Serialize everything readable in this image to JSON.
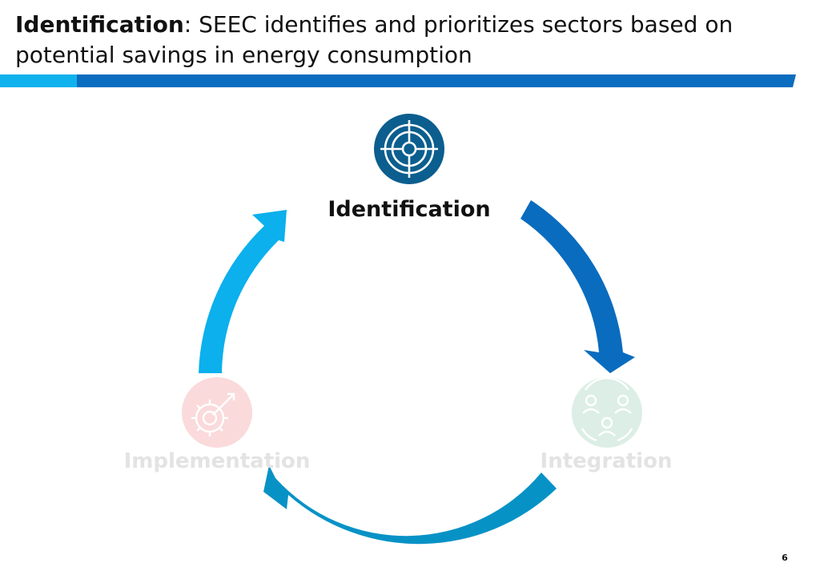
{
  "header": {
    "title_bold": "Identification",
    "title_rest": ": SEEC identifies and prioritizes sectors based on potential savings in energy consumption"
  },
  "cycle": {
    "steps": [
      {
        "label": "Identification",
        "icon": "target-icon",
        "state": "active",
        "color": "#0B5E8E"
      },
      {
        "label": "Integration",
        "icon": "people-network-icon",
        "state": "faded",
        "color": "#DCEEE6"
      },
      {
        "label": "Implementation",
        "icon": "gear-target-icon",
        "state": "faded",
        "color": "#FADADB"
      }
    ],
    "arrow_colors": {
      "identification_to_integration": "#0A6CBE",
      "integration_to_implementation": "#0792C6",
      "implementation_to_identification": "#0BB0EC"
    }
  },
  "colors": {
    "band_light": "#10B2EE",
    "band_dark": "#0A6DBF",
    "active_text": "#111111",
    "faded_text": "#E3E3E3"
  },
  "page_number": "6"
}
